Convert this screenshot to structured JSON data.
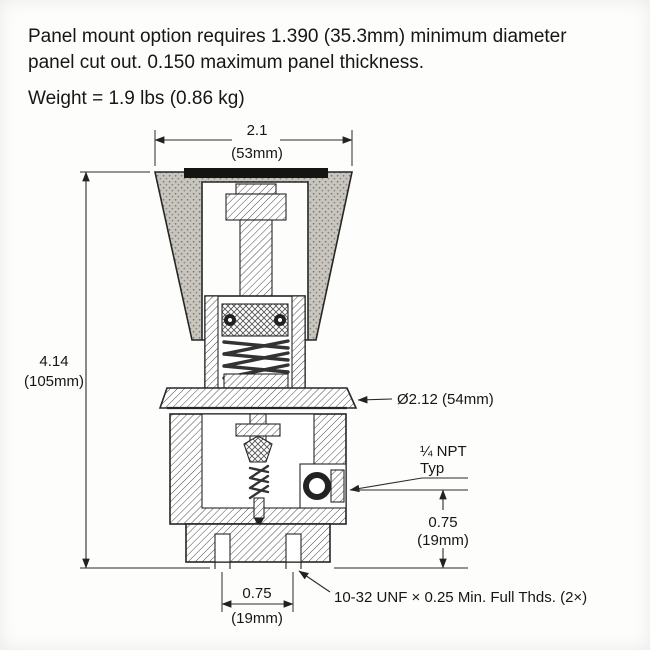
{
  "header": {
    "note_line1": "Panel mount option requires 1.390 (35.3mm) minimum diameter",
    "note_line2": "panel cut out. 0.150 maximum panel thickness.",
    "weight": "Weight = 1.9 lbs (0.86 kg)"
  },
  "dims": {
    "knob_width_in": "2.1",
    "knob_width_mm": "(53mm)",
    "height_in": "4.14",
    "height_mm": "(105mm)",
    "body_dia": "Ø2.12 (54mm)",
    "port_line1": "¼ NPT",
    "port_line2": "Typ",
    "port_h_in": "0.75",
    "port_h_mm": "(19mm)",
    "hole_sp_in": "0.75",
    "hole_sp_mm": "(19mm)",
    "thread_note": "10-32 UNF × 0.25 Min. Full Thds. (2×)"
  },
  "style": {
    "line_color": "#2b2b2b",
    "knob_fill": "#c9c6bf",
    "background": "#fdfdfb"
  }
}
